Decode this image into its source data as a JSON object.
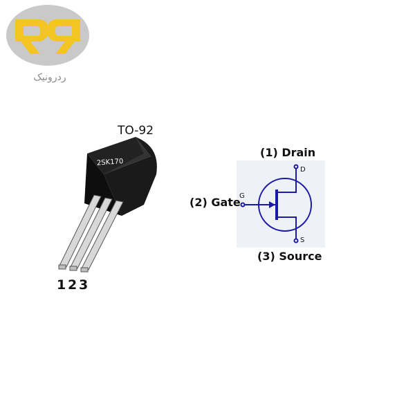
{
  "logo": {
    "brand_text": "ردرونیک",
    "colors": {
      "circle": "#c9c9c9",
      "letters": "#f2c523"
    }
  },
  "package": {
    "name": "TO-92",
    "marking": "2SK170",
    "pin_numbers": [
      "1",
      "2",
      "3"
    ],
    "body_color": "#111111"
  },
  "symbol": {
    "drain_label": "(1) Drain",
    "gate_label": "(2) Gate",
    "source_label": "(3) Source",
    "terminal_d": "D",
    "terminal_g": "G",
    "terminal_s": "S",
    "line_color": "#1a1aa6",
    "background": "#eef2f6"
  }
}
